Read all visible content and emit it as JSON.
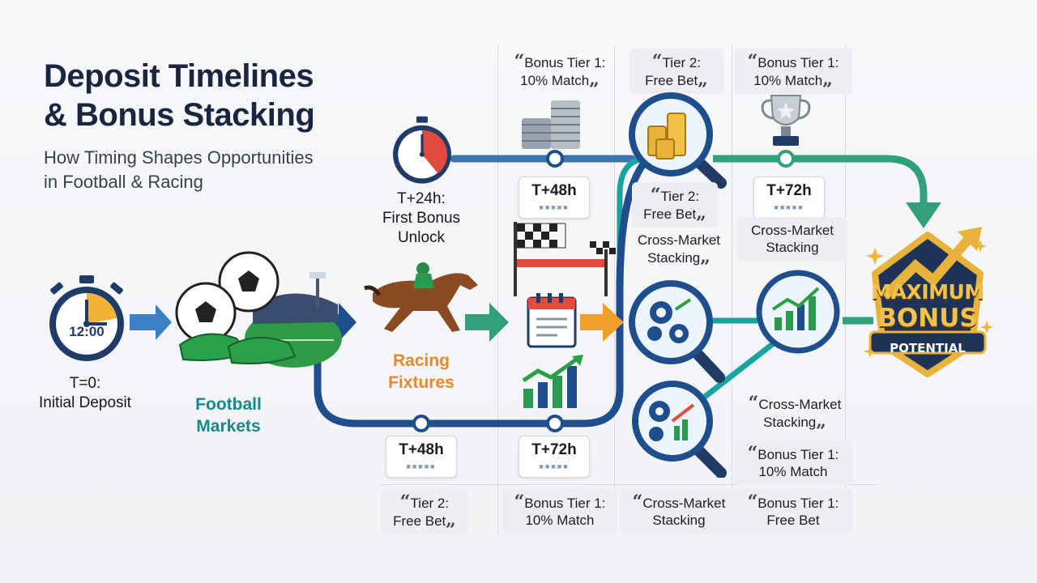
{
  "header": {
    "title_line1": "Deposit Timelines",
    "title_line2": "& Bonus Stacking",
    "subtitle_line1": "How Timing Shapes Opportunities",
    "subtitle_line2": "in Football & Racing"
  },
  "stages": {
    "initial": {
      "line1": "T=0:",
      "line2": "Initial Deposit",
      "clock": "12:00"
    },
    "first_unlock": {
      "line1": "T+24h:",
      "line2": "First Bonus",
      "line3": "Unlock"
    },
    "football": {
      "line1": "Football",
      "line2": "Markets"
    },
    "racing": {
      "line1": "Racing",
      "line2": "Fixtures"
    }
  },
  "time_cards": {
    "top_48": "T+48h",
    "top_72": "T+72h",
    "bottom_48": "T+48h",
    "bottom_72": "T+72h"
  },
  "notes": {
    "top1": {
      "line1": "Bonus Tier 1:",
      "line2": "10% Match"
    },
    "top2": {
      "line1": "Tier 2:",
      "line2": "Free Bet"
    },
    "top3": {
      "line1": "Bonus Tier 1:",
      "line2": "10% Match"
    },
    "mid_tier2": {
      "line1": "Tier 2:",
      "line2": "Free Bet"
    },
    "mid_cross": {
      "line1": "Cross-Market",
      "line2": "Stacking"
    },
    "right_cross": {
      "line1": "Cross-Market",
      "line2": "Stacking"
    },
    "right_cross2": {
      "line1": "Cross-Market",
      "line2": "Stacking"
    },
    "right_tier1": {
      "line1": "Bonus Tier 1:",
      "line2": "10% Match"
    },
    "bot1": {
      "line1": "Tier 2:",
      "line2": "Free Bet"
    },
    "bot2": {
      "line1": "Bonus Tier 1:",
      "line2": "10% Match"
    },
    "bot3": {
      "line1": "Cross-Market",
      "line2": "Stacking"
    },
    "bot4": {
      "line1": "Bonus Tier 1:",
      "line2": "Free Bet"
    }
  },
  "badge": {
    "line1": "MAXIMUM",
    "line2": "BONUS",
    "line3": "POTENTIAL"
  },
  "quote_open": "“",
  "quote_close": "„",
  "colors": {
    "navy": "#1f4e8c",
    "blue_arrow": "#3b7fc4",
    "green_arrow": "#2fa07a",
    "orange_arrow": "#f0a02a",
    "teal": "#18a3a0",
    "gold": "#e8b33a"
  }
}
